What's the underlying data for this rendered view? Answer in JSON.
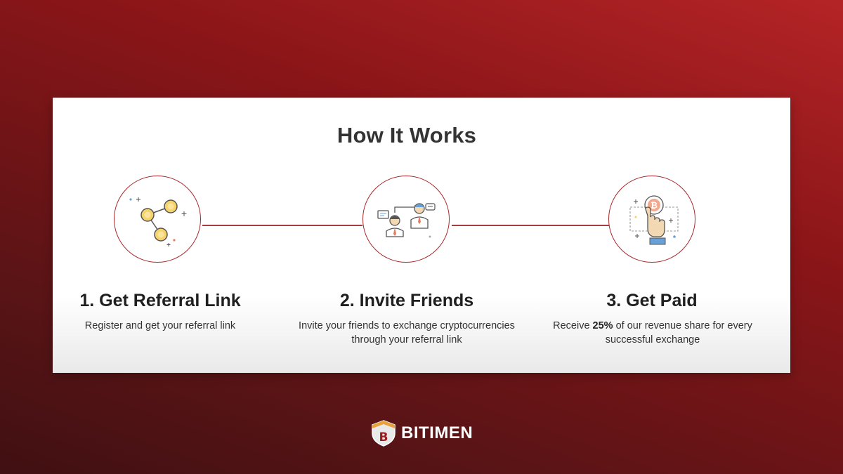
{
  "card": {
    "title": "How It Works"
  },
  "steps": [
    {
      "title": "1. Get Referral Link",
      "description": "Register and get your referral link",
      "icon": "referral-link-icon"
    },
    {
      "title": "2. Invite Friends",
      "description": "Invite your friends to exchange cryptocurrencies through your referral link",
      "icon": "invite-friends-icon"
    },
    {
      "title": "3. Get Paid",
      "description_before": "Receive ",
      "description_highlight": "25%",
      "description_after": " of our revenue share for every successful exchange",
      "icon": "bitcoin-payment-icon"
    }
  ],
  "brand": {
    "name": "BITIMEN",
    "logo": "bitimen-shield-logo"
  },
  "colors": {
    "accent": "#a8282b",
    "background_top": "#b42426",
    "background_bottom": "#401012",
    "coin": "#f6d36b"
  }
}
